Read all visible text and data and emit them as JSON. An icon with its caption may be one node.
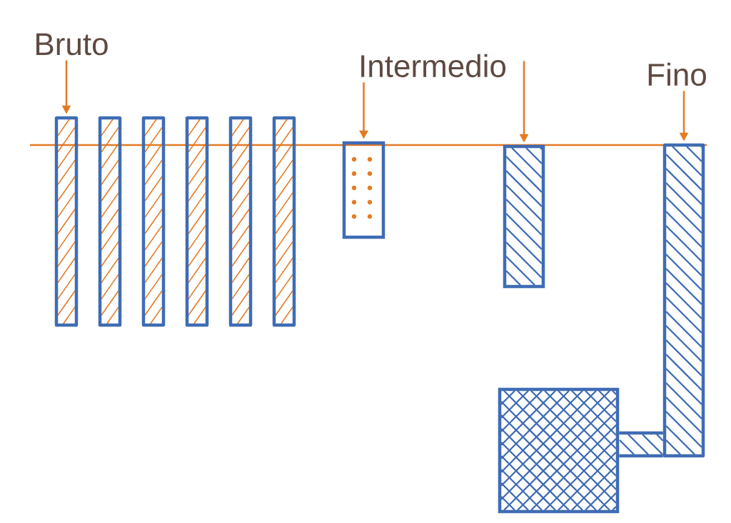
{
  "diagram": {
    "nodes": [
      {
        "text": [
          "Bruto"
        ]
      },
      {
        "text": [
          "Intermedio"
        ]
      },
      {
        "text": [
          "Fino"
        ]
      },
      {
        "text": [],
        "shape": "bar"
      },
      {
        "text": [],
        "shape": "bar"
      },
      {
        "text": [],
        "shape": "bar"
      },
      {
        "text": [],
        "shape": "bar"
      },
      {
        "text": [],
        "shape": "bar"
      },
      {
        "text": [],
        "shape": "bar"
      },
      {
        "text": [],
        "shape": "box"
      },
      {
        "text": [],
        "shape": "box"
      },
      {
        "text": [],
        "shape": "bar"
      },
      {
        "text": [],
        "shape": "box"
      }
    ],
    "edges": [
      {
        "from": 0,
        "to": 3,
        "arrow": "to"
      },
      {
        "from": 1,
        "to": 9,
        "arrow": "to"
      },
      {
        "from": 1,
        "to": 10,
        "arrow": "to"
      },
      {
        "from": 2,
        "to": 11,
        "arrow": "to"
      },
      {
        "from": 11,
        "to": 12,
        "arrow": "none",
        "color": "#3f6cb4"
      }
    ]
  }
}
